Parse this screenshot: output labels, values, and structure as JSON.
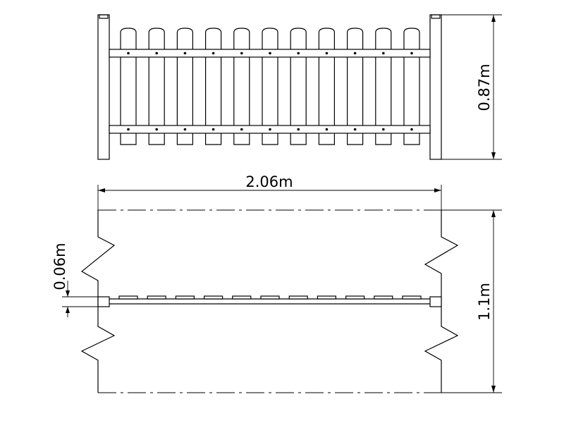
{
  "dimensions": {
    "height_label": "0.87m",
    "width_label": "2.06m",
    "thickness_label": "0.06m",
    "depth_label": "1.1m"
  },
  "fence": {
    "picket_count": 11
  }
}
